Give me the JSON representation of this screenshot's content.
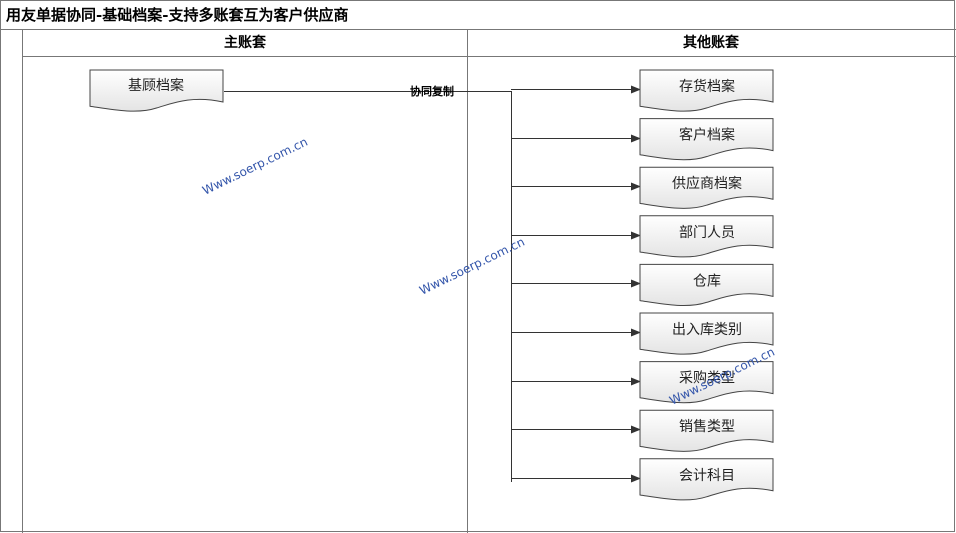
{
  "title": "用友单据协同-基础档案-支持多账套互为客户供应商",
  "lanes": [
    {
      "label": "主账套"
    },
    {
      "label": "其他账套"
    }
  ],
  "source_doc": {
    "label": "基顾档案"
  },
  "edge_label": "协同复制",
  "target_docs": [
    {
      "label": "存货档案"
    },
    {
      "label": "客户档案"
    },
    {
      "label": "供应商档案"
    },
    {
      "label": "部门人员"
    },
    {
      "label": "仓库"
    },
    {
      "label": "出入库类别"
    },
    {
      "label": "采购类型"
    },
    {
      "label": "销售类型"
    },
    {
      "label": "会计科目"
    }
  ],
  "watermarks": [
    {
      "text": "Www.soerp.com.cn"
    },
    {
      "text": "Www.soerp.com.cn"
    },
    {
      "text": "Www.soerp.com.cn"
    }
  ],
  "colors": {
    "line": "#333333",
    "doc_fill_top": "#ffffff",
    "doc_fill_bottom": "#e6e6e6",
    "watermark": "#3355aa"
  }
}
